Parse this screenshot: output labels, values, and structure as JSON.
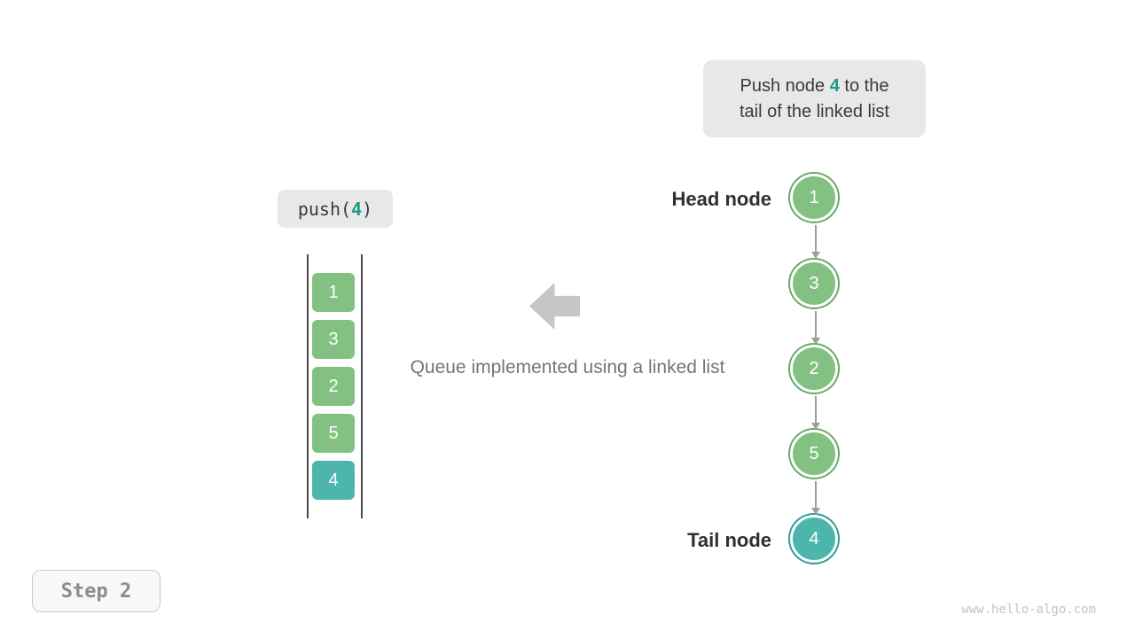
{
  "callout": {
    "line1_pre": "Push node ",
    "highlight": "4",
    "line1_post": " to the",
    "line2": "tail of the linked list"
  },
  "push_call": {
    "pre": "push(",
    "arg": "4",
    "post": ")"
  },
  "queue": {
    "items": [
      {
        "value": "1",
        "color": "green"
      },
      {
        "value": "3",
        "color": "green"
      },
      {
        "value": "2",
        "color": "green"
      },
      {
        "value": "5",
        "color": "green"
      },
      {
        "value": "4",
        "color": "teal"
      }
    ]
  },
  "caption": "Queue implemented using a linked list",
  "linked_list": {
    "head_label": "Head node",
    "tail_label": "Tail node",
    "nodes": [
      {
        "value": "1",
        "color": "green"
      },
      {
        "value": "3",
        "color": "green"
      },
      {
        "value": "2",
        "color": "green"
      },
      {
        "value": "5",
        "color": "green"
      },
      {
        "value": "4",
        "color": "teal"
      }
    ]
  },
  "step_badge": "Step 2",
  "watermark": "www.hello-algo.com",
  "colors": {
    "node_green": "#82c182",
    "node_green_border": "#67a967",
    "node_teal": "#4db6ac",
    "node_teal_border": "#2f9c92",
    "accent_teal_text": "#1a9c86",
    "callout_bg": "#e8e8e8",
    "block_arrow_gray": "#c6c6c6",
    "connector_gray": "#9e9e9e"
  }
}
